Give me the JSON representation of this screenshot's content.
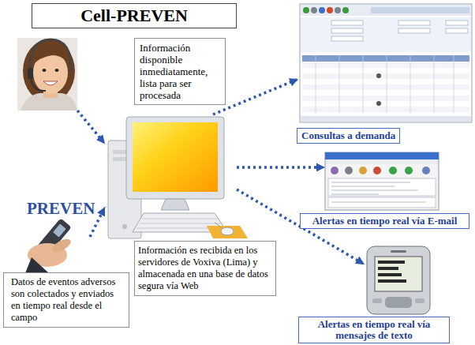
{
  "diagram": {
    "title": "Cell-PREVEN",
    "nodes": [
      {
        "text": [
          "Información disponible inmediatamente, lista para ser procesada"
        ]
      },
      {
        "text": [
          "Consultas a demanda"
        ]
      },
      {
        "text": [
          "Información es recibida en los servidores de Voxiva (Lima) y almacenada en una base de datos segura vía Web"
        ]
      },
      {
        "text": [
          "Alertas en tiempo real vía E-mail"
        ]
      },
      {
        "text": [
          "PREVEN"
        ]
      },
      {
        "text": [
          "Datos de eventos adversos son colectados y enviados en tiempo real desde el campo"
        ]
      },
      {
        "text": [
          "Alertas en tiempo real vía mensajes de texto"
        ]
      }
    ],
    "edges": [
      {
        "from": 0,
        "to": 2,
        "arrow": "to"
      },
      {
        "from": 4,
        "to": 2,
        "arrow": "to"
      },
      {
        "from": 2,
        "to": 1,
        "arrow": "to"
      },
      {
        "from": 2,
        "to": 3,
        "arrow": "to"
      },
      {
        "from": 2,
        "to": 6,
        "arrow": "to"
      }
    ]
  }
}
